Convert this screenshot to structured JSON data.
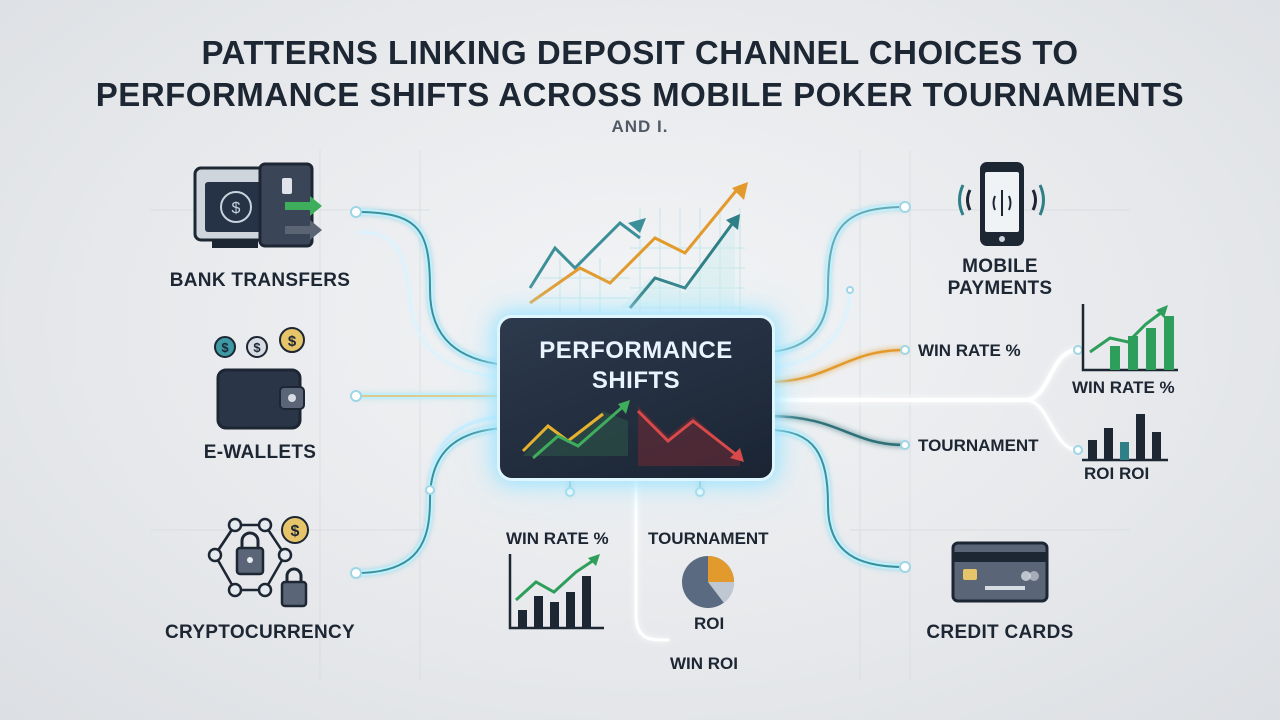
{
  "title": {
    "line1": "PATTERNS LINKING DEPOSIT CHANNEL CHOICES TO",
    "line2": "PERFORMANCE SHIFTS ACROSS MOBILE POKER TOURNAMENTS",
    "subtitle": "AND I."
  },
  "hub": {
    "line1": "PERFORMANCE",
    "line2": "SHIFTS"
  },
  "channels": {
    "bank": "BANK TRANSFERS",
    "ewallet": "E-WALLETS",
    "crypto": "CRYPTOCURRENCY",
    "mobile_line1": "MOBILE",
    "mobile_line2": "PAYMENTS",
    "credit": "CREDIT CARDS"
  },
  "metrics": {
    "right_win_rate": "WIN RATE %",
    "right_win_rate_chart": "WIN RATE %",
    "right_tournament": "TOURNAMENT",
    "right_roi_chart": "ROI ROI",
    "bottom_win_rate": "WIN RATE %",
    "bottom_tournament": "TOURNAMENT",
    "bottom_roi": "ROI",
    "bottom_win_roi": "WIN ROI"
  },
  "colors": {
    "accent_green": "#2e9e5b",
    "accent_orange": "#e39a2c",
    "accent_teal": "#2f7f86",
    "accent_red": "#d84a4a",
    "navy": "#1d2633",
    "glow": "#bff0ff"
  },
  "icons": {
    "bank": "bank-transfer-icon",
    "ewallet": "wallet-icon",
    "crypto": "crypto-network-icon",
    "mobile": "mobile-phone-icon",
    "credit": "credit-card-icon"
  }
}
